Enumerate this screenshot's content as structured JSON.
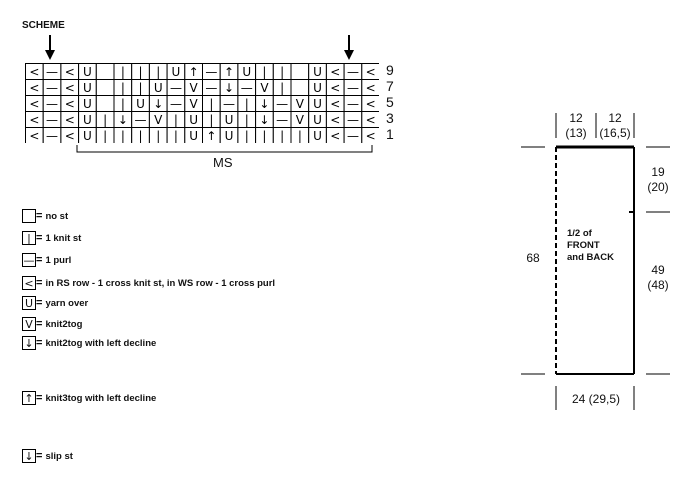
{
  "scheme": {
    "title": "SCHEME",
    "ms_label": "MS",
    "row_numbers": [
      "9",
      "7",
      "5",
      "3",
      "1"
    ],
    "rows": [
      [
        "<",
        "—",
        "<",
        "U",
        "",
        "|",
        "|",
        "|",
        "U",
        "↑",
        "—",
        "↑",
        "U",
        "|",
        "|",
        "",
        "U",
        "<",
        "—",
        "<"
      ],
      [
        "<",
        "—",
        "<",
        "U",
        "",
        "|",
        "|",
        "U",
        "—",
        "V",
        "—",
        "↓",
        "—",
        "V",
        "|",
        "",
        "U",
        "<",
        "—",
        "<"
      ],
      [
        "<",
        "—",
        "<",
        "U",
        "",
        "|",
        "U",
        "↓",
        "—",
        "V",
        "|",
        "—",
        "|",
        "↓",
        "—",
        "V",
        "U",
        "<",
        "—",
        "<"
      ],
      [
        "<",
        "—",
        "<",
        "U",
        "|",
        "↓",
        "—",
        "V",
        "|",
        "U",
        "|",
        "U",
        "|",
        "↓",
        "—",
        "V",
        "U",
        "<",
        "—",
        "<"
      ],
      [
        "<",
        "—",
        "<",
        "U",
        "|",
        "|",
        "|",
        "|",
        "|",
        "U",
        "↑",
        "U",
        "|",
        "|",
        "|",
        "|",
        "U",
        "<",
        "—",
        "<"
      ]
    ]
  },
  "legend": [
    {
      "symbol": "",
      "text": "no st"
    },
    {
      "symbol": "|",
      "text": "1 knit st"
    },
    {
      "symbol": "—",
      "text": "1 purl"
    },
    {
      "symbol": "<",
      "text": "in RS row - 1 cross knit st, in WS row - 1 cross purl"
    },
    {
      "symbol": "U",
      "text": "yarn over"
    },
    {
      "symbol": "V",
      "text": "knit2tog"
    },
    {
      "symbol": "↓",
      "text": "knit2tog with left decline"
    },
    {
      "symbol": "↑",
      "text": "knit3tog with left decline"
    },
    {
      "symbol": "↓",
      "text": "slip st"
    }
  ],
  "schematic": {
    "top_left_value": "12",
    "top_left_alt": "(13)",
    "top_right_value": "12",
    "top_right_alt": "(16,5)",
    "right_top_value": "19",
    "right_top_alt": "(20)",
    "right_bottom_value": "49",
    "right_bottom_alt": "(48)",
    "left_value": "68",
    "bottom_value": "24 (29,5)",
    "piece_line1": "1/2 of",
    "piece_line2": "FRONT",
    "piece_line3": "and BACK"
  }
}
